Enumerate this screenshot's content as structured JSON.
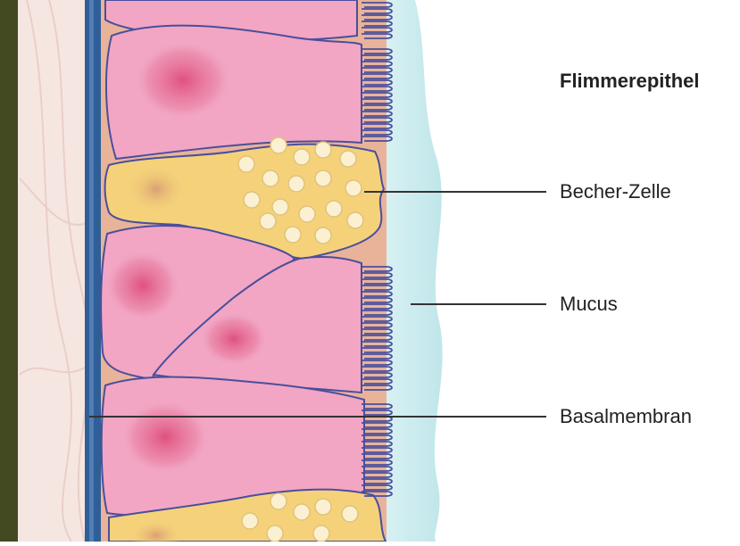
{
  "title": "Flimmerepithel",
  "labels": {
    "becher_zelle": "Becher-Zelle",
    "mucus": "Mucus",
    "basalmembran": "Basalmembran"
  },
  "colors": {
    "side_bar": "#434a22",
    "connective_tissue": "#f6e6e2",
    "basal_membrane": "#2f5f96",
    "cell_fill": "#f2a6c4",
    "nucleus": "#e0517f",
    "goblet_fill": "#f5d27a",
    "mucus": "#c9ecef",
    "cell_outline": "#4a4f9c",
    "pointer_line": "#333333"
  }
}
